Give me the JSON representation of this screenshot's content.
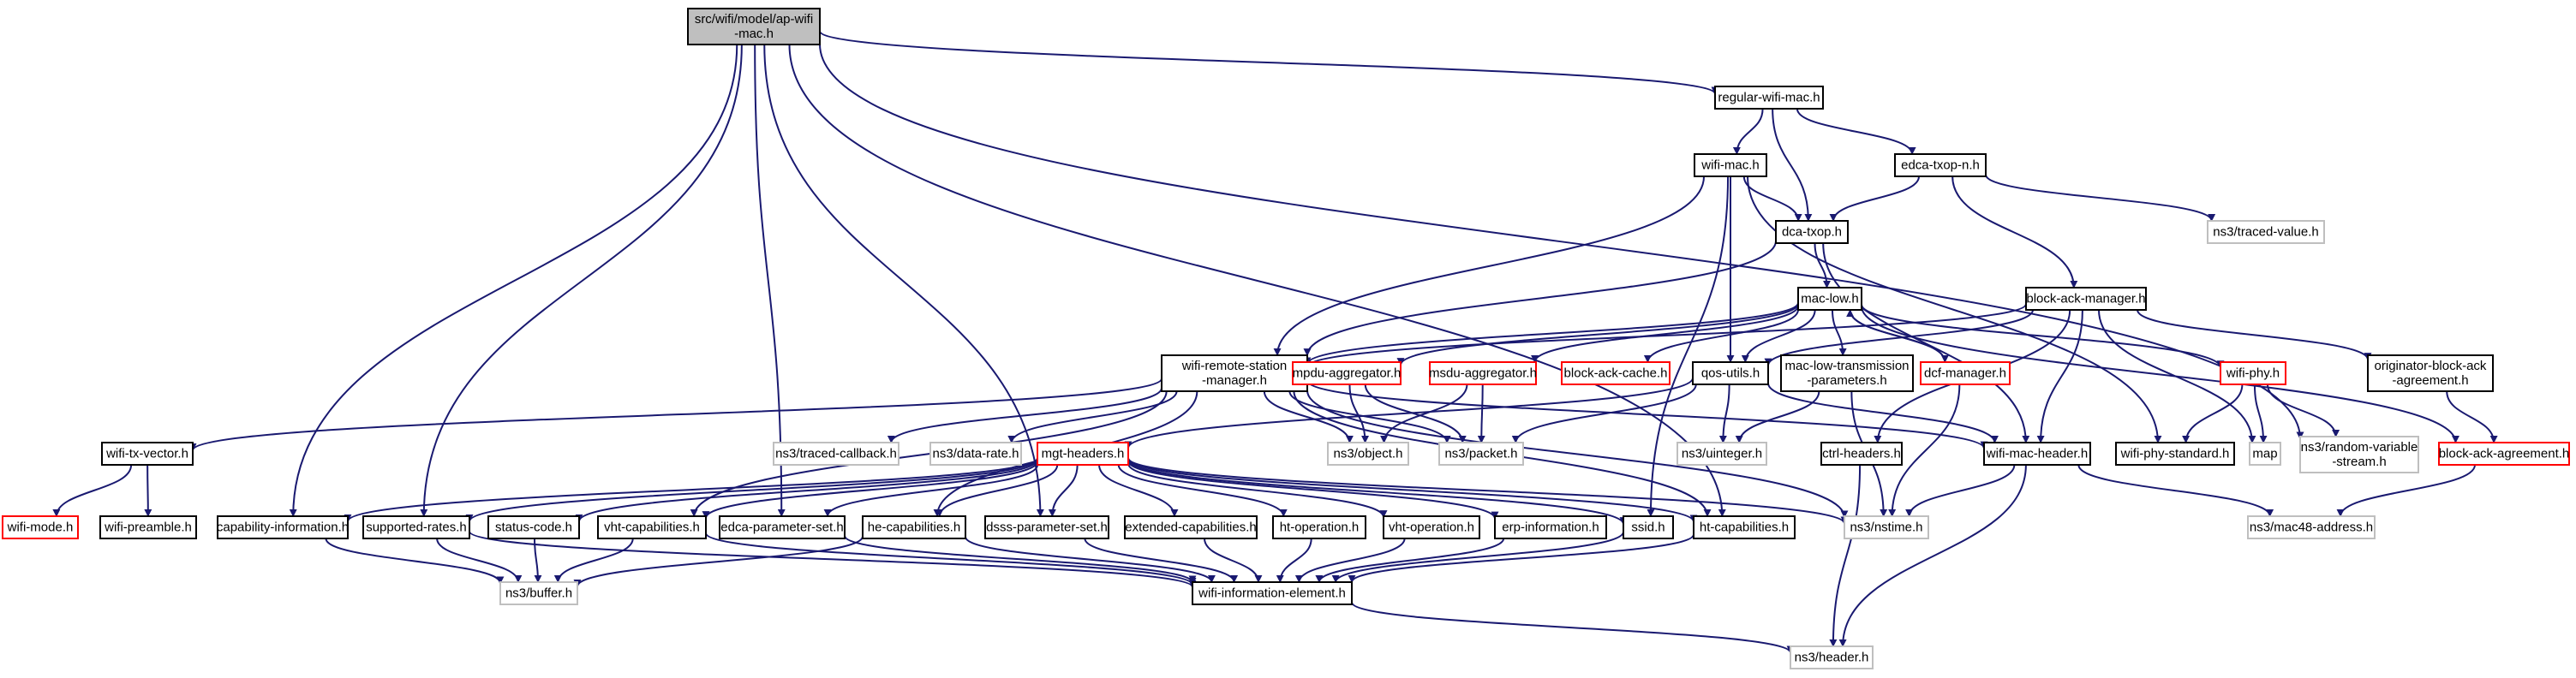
{
  "colors": {
    "edge": "#191970",
    "normal_border": "#000000",
    "missing_border": "#bfbfbf",
    "truncated_border": "#ff0000",
    "root_fill": "#bfbfbf",
    "fill": "#ffffff",
    "text": "#000000"
  },
  "nodes": [
    {
      "id": "root",
      "lines": [
        "src/wifi/model/ap-wifi",
        "-mac.h"
      ],
      "style": "root"
    },
    {
      "id": "regular",
      "lines": [
        "regular-wifi-mac.h"
      ],
      "style": "normal"
    },
    {
      "id": "wifimac",
      "lines": [
        "wifi-mac.h"
      ],
      "style": "normal"
    },
    {
      "id": "edcatxop",
      "lines": [
        "edca-txop-n.h"
      ],
      "style": "normal"
    },
    {
      "id": "dcatxop",
      "lines": [
        "dca-txop.h"
      ],
      "style": "normal"
    },
    {
      "id": "tracedval",
      "lines": [
        "ns3/traced-value.h"
      ],
      "style": "missing"
    },
    {
      "id": "maclow",
      "lines": [
        "mac-low.h"
      ],
      "style": "normal"
    },
    {
      "id": "bam",
      "lines": [
        "block-ack-manager.h"
      ],
      "style": "normal"
    },
    {
      "id": "wrsm",
      "lines": [
        "wifi-remote-station",
        "-manager.h"
      ],
      "style": "normal"
    },
    {
      "id": "mpduagg",
      "lines": [
        "mpdu-aggregator.h"
      ],
      "style": "truncated"
    },
    {
      "id": "msduagg",
      "lines": [
        "msdu-aggregator.h"
      ],
      "style": "truncated"
    },
    {
      "id": "bacache",
      "lines": [
        "block-ack-cache.h"
      ],
      "style": "truncated"
    },
    {
      "id": "qosutils",
      "lines": [
        "qos-utils.h"
      ],
      "style": "normal"
    },
    {
      "id": "mltp",
      "lines": [
        "mac-low-transmission",
        "-parameters.h"
      ],
      "style": "normal"
    },
    {
      "id": "dcfmgr",
      "lines": [
        "dcf-manager.h"
      ],
      "style": "truncated"
    },
    {
      "id": "wifiphy",
      "lines": [
        "wifi-phy.h"
      ],
      "style": "truncated"
    },
    {
      "id": "oba",
      "lines": [
        "originator-block-ack",
        "-agreement.h"
      ],
      "style": "normal"
    },
    {
      "id": "wifitxv",
      "lines": [
        "wifi-tx-vector.h"
      ],
      "style": "normal"
    },
    {
      "id": "tracedcb",
      "lines": [
        "ns3/traced-callback.h"
      ],
      "style": "missing"
    },
    {
      "id": "datarate",
      "lines": [
        "ns3/data-rate.h"
      ],
      "style": "missing"
    },
    {
      "id": "mgthdr",
      "lines": [
        "mgt-headers.h"
      ],
      "style": "truncated"
    },
    {
      "id": "object",
      "lines": [
        "ns3/object.h"
      ],
      "style": "missing"
    },
    {
      "id": "packet",
      "lines": [
        "ns3/packet.h"
      ],
      "style": "missing"
    },
    {
      "id": "uinteger",
      "lines": [
        "ns3/uinteger.h"
      ],
      "style": "missing"
    },
    {
      "id": "ctrlhdr",
      "lines": [
        "ctrl-headers.h"
      ],
      "style": "normal"
    },
    {
      "id": "wmh",
      "lines": [
        "wifi-mac-header.h"
      ],
      "style": "normal"
    },
    {
      "id": "wps",
      "lines": [
        "wifi-phy-standard.h"
      ],
      "style": "normal"
    },
    {
      "id": "map",
      "lines": [
        "map"
      ],
      "style": "missing"
    },
    {
      "id": "randvar",
      "lines": [
        "ns3/random-variable",
        "-stream.h"
      ],
      "style": "missing"
    },
    {
      "id": "baa",
      "lines": [
        "block-ack-agreement.h"
      ],
      "style": "truncated"
    },
    {
      "id": "wifimode",
      "lines": [
        "wifi-mode.h"
      ],
      "style": "truncated"
    },
    {
      "id": "wifipre",
      "lines": [
        "wifi-preamble.h"
      ],
      "style": "normal"
    },
    {
      "id": "capinfo",
      "lines": [
        "capability-information.h"
      ],
      "style": "normal"
    },
    {
      "id": "suprates",
      "lines": [
        "supported-rates.h"
      ],
      "style": "normal"
    },
    {
      "id": "status",
      "lines": [
        "status-code.h"
      ],
      "style": "normal"
    },
    {
      "id": "vhtcap",
      "lines": [
        "vht-capabilities.h"
      ],
      "style": "normal"
    },
    {
      "id": "edcaps",
      "lines": [
        "edca-parameter-set.h"
      ],
      "style": "normal"
    },
    {
      "id": "hecap",
      "lines": [
        "he-capabilities.h"
      ],
      "style": "normal"
    },
    {
      "id": "dsss",
      "lines": [
        "dsss-parameter-set.h"
      ],
      "style": "normal"
    },
    {
      "id": "extcap",
      "lines": [
        "extended-capabilities.h"
      ],
      "style": "normal"
    },
    {
      "id": "htop",
      "lines": [
        "ht-operation.h"
      ],
      "style": "normal"
    },
    {
      "id": "vhtop",
      "lines": [
        "vht-operation.h"
      ],
      "style": "normal"
    },
    {
      "id": "erp",
      "lines": [
        "erp-information.h"
      ],
      "style": "normal"
    },
    {
      "id": "ssid",
      "lines": [
        "ssid.h"
      ],
      "style": "normal"
    },
    {
      "id": "htcap",
      "lines": [
        "ht-capabilities.h"
      ],
      "style": "normal"
    },
    {
      "id": "nstime",
      "lines": [
        "ns3/nstime.h"
      ],
      "style": "missing"
    },
    {
      "id": "mac48",
      "lines": [
        "ns3/mac48-address.h"
      ],
      "style": "missing"
    },
    {
      "id": "buffer",
      "lines": [
        "ns3/buffer.h"
      ],
      "style": "missing"
    },
    {
      "id": "wie",
      "lines": [
        "wifi-information-element.h"
      ],
      "style": "normal"
    },
    {
      "id": "header",
      "lines": [
        "ns3/header.h"
      ],
      "style": "missing"
    }
  ],
  "edges": [
    [
      "root",
      "regular"
    ],
    [
      "root",
      "capinfo"
    ],
    [
      "root",
      "suprates"
    ],
    [
      "root",
      "edcaps"
    ],
    [
      "root",
      "dsss"
    ],
    [
      "root",
      "htcap"
    ],
    [
      "root",
      "randvar"
    ],
    [
      "regular",
      "wifimac"
    ],
    [
      "regular",
      "edcatxop"
    ],
    [
      "regular",
      "dcatxop"
    ],
    [
      "wifimac",
      "dcatxop"
    ],
    [
      "wifimac",
      "wrsm"
    ],
    [
      "wifimac",
      "qosutils"
    ],
    [
      "wifimac",
      "wps"
    ],
    [
      "wifimac",
      "ssid"
    ],
    [
      "edcatxop",
      "dcatxop"
    ],
    [
      "edcatxop",
      "tracedval"
    ],
    [
      "edcatxop",
      "bam"
    ],
    [
      "dcatxop",
      "maclow"
    ],
    [
      "dcatxop",
      "wrsm"
    ],
    [
      "dcatxop",
      "wmh"
    ],
    [
      "maclow",
      "wrsm"
    ],
    [
      "maclow",
      "mpduagg"
    ],
    [
      "maclow",
      "msduagg"
    ],
    [
      "maclow",
      "bacache"
    ],
    [
      "maclow",
      "qosutils"
    ],
    [
      "maclow",
      "mltp"
    ],
    [
      "maclow",
      "dcfmgr"
    ],
    [
      "maclow",
      "wifiphy"
    ],
    [
      "maclow",
      "baa"
    ],
    [
      "bam",
      "qosutils"
    ],
    [
      "bam",
      "wrsm"
    ],
    [
      "bam",
      "ctrlhdr"
    ],
    [
      "bam",
      "wmh"
    ],
    [
      "bam",
      "oba"
    ],
    [
      "bam",
      "map"
    ],
    [
      "wrsm",
      "wifitxv"
    ],
    [
      "wrsm",
      "tracedcb"
    ],
    [
      "wrsm",
      "datarate"
    ],
    [
      "wrsm",
      "object"
    ],
    [
      "wrsm",
      "packet"
    ],
    [
      "wrsm",
      "vhtcap"
    ],
    [
      "wrsm",
      "hecap"
    ],
    [
      "wrsm",
      "htcap"
    ],
    [
      "wrsm",
      "wmh"
    ],
    [
      "wrsm",
      "nstime"
    ],
    [
      "mpduagg",
      "object"
    ],
    [
      "mpduagg",
      "packet"
    ],
    [
      "msduagg",
      "object"
    ],
    [
      "msduagg",
      "packet"
    ],
    [
      "qosutils",
      "uinteger"
    ],
    [
      "qosutils",
      "mgthdr"
    ],
    [
      "qosutils",
      "packet"
    ],
    [
      "qosutils",
      "wmh"
    ],
    [
      "mltp",
      "uinteger"
    ],
    [
      "mltp",
      "nstime"
    ],
    [
      "dcfmgr",
      "maclow"
    ],
    [
      "dcfmgr",
      "nstime"
    ],
    [
      "wifiphy",
      "wps"
    ],
    [
      "wifiphy",
      "map"
    ],
    [
      "wifiphy",
      "randvar"
    ],
    [
      "oba",
      "baa"
    ],
    [
      "baa",
      "mac48"
    ],
    [
      "wifitxv",
      "wifimode"
    ],
    [
      "wifitxv",
      "wifipre"
    ],
    [
      "mgthdr",
      "capinfo"
    ],
    [
      "mgthdr",
      "suprates"
    ],
    [
      "mgthdr",
      "status"
    ],
    [
      "mgthdr",
      "vhtcap"
    ],
    [
      "mgthdr",
      "edcaps"
    ],
    [
      "mgthdr",
      "hecap"
    ],
    [
      "mgthdr",
      "dsss"
    ],
    [
      "mgthdr",
      "extcap"
    ],
    [
      "mgthdr",
      "htop"
    ],
    [
      "mgthdr",
      "vhtop"
    ],
    [
      "mgthdr",
      "erp"
    ],
    [
      "mgthdr",
      "ssid"
    ],
    [
      "mgthdr",
      "htcap"
    ],
    [
      "mgthdr",
      "nstime"
    ],
    [
      "ctrlhdr",
      "header"
    ],
    [
      "wmh",
      "mac48"
    ],
    [
      "wmh",
      "nstime"
    ],
    [
      "wmh",
      "header"
    ],
    [
      "capinfo",
      "buffer"
    ],
    [
      "suprates",
      "buffer"
    ],
    [
      "suprates",
      "wie"
    ],
    [
      "status",
      "buffer"
    ],
    [
      "vhtcap",
      "buffer"
    ],
    [
      "vhtcap",
      "wie"
    ],
    [
      "edcaps",
      "wie"
    ],
    [
      "hecap",
      "buffer"
    ],
    [
      "hecap",
      "wie"
    ],
    [
      "dsss",
      "wie"
    ],
    [
      "extcap",
      "wie"
    ],
    [
      "htop",
      "wie"
    ],
    [
      "vhtop",
      "wie"
    ],
    [
      "erp",
      "wie"
    ],
    [
      "ssid",
      "wie"
    ],
    [
      "htcap",
      "wie"
    ],
    [
      "wie",
      "header"
    ]
  ]
}
